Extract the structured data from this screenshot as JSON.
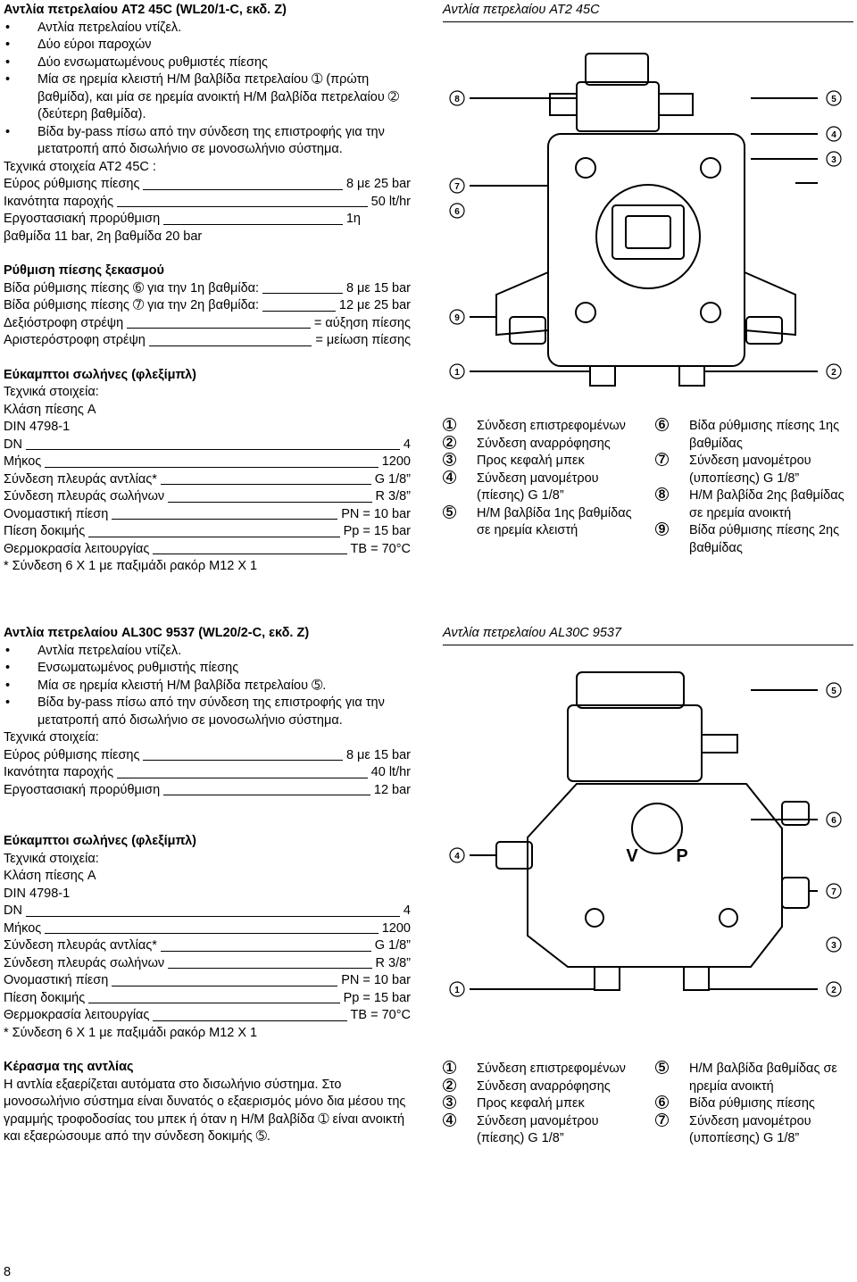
{
  "at2": {
    "title": "Αντλία πετρελαίου AT2 45C (WL20/1-C, εκδ. Z)",
    "bullets": [
      "Αντλία πετρελαίου ντίζελ.",
      "Δύο εύροι παροχών",
      "Δύο ενσωματωμένους ρυθμιστές πίεσης",
      "Μία σε ηρεμία κλειστή Η/Μ βαλβίδα πετρελαίου ➀ (πρώτη βαθμίδα), και μία σε ηρεμία ανοικτή Η/Μ βαλβίδα πετρελαίου ➁ (δεύτερη βαθμίδα).",
      "Βίδα by-pass πίσω από την σύνδεση της επιστροφής για την μετατροπή από δισωλήνιο σε μονοσωλήνιο σύστημα."
    ],
    "tech_label": "Τεχνικά στοιχεία AT2 45C :",
    "tech_rows": [
      {
        "label": "Εύρος ρύθμισης πίεσης",
        "value": "8 με 25 bar"
      },
      {
        "label": "Ικανότητα παροχής",
        "value": "50 lt/hr"
      },
      {
        "label": "Εργοστασιακή προρύθμιση",
        "value": "1η"
      }
    ],
    "tech_extra": "βαθμίδα 11 bar, 2η βαθμίδα 20 bar",
    "regulation_heading": "Ρύθμιση πίεσης ξεκασμού",
    "regulation_rows": [
      {
        "label": "Βίδα ρύθμισης πίεσης ➅ για την 1η βαθμίδα:",
        "value": "8 με 15 bar"
      },
      {
        "label": "Βίδα ρύθμισης πίεσης ➆ για την 2η βαθμίδα:",
        "value": "12 με 25 bar"
      },
      {
        "label": "Δεξιόστροφη στρέψη",
        "value": "= αύξηση πίεσης"
      },
      {
        "label": "Αριστερόστροφη στρέψη",
        "value": "= μείωση πίεσης"
      }
    ],
    "hoses_heading": "Εύκαμπτοι σωλήνες (φλεξίμπλ)",
    "hoses_intro": [
      "Τεχνικά στοιχεία:",
      "Κλάση πίεσης A",
      "DIN 4798-1"
    ],
    "hoses_rows": [
      {
        "label": "DN",
        "value": "4"
      },
      {
        "label": "Μήκος",
        "value": "1200"
      },
      {
        "label": "Σύνδεση πλευράς αντλίας*",
        "value": "G 1/8”"
      },
      {
        "label": "Σύνδεση πλευράς σωλήνων",
        "value": "R 3/8”"
      },
      {
        "label": "Ονομαστική πίεση",
        "value": "PN = 10 bar"
      },
      {
        "label": "Πίεση δοκιμής",
        "value": "Pp = 15 bar"
      },
      {
        "label": "Θερμοκρασία λειτουργίας",
        "value": "TB = 70°C"
      }
    ],
    "hoses_note": "* Σύνδεση 6 X 1 με παξιμάδι ρακόρ M12 X 1",
    "figure_title": "Αντλία πετρελαίου AT2 45C",
    "figure_numbers": [
      "8",
      "7",
      "6",
      "9",
      "1",
      "5",
      "4",
      "3",
      "2"
    ],
    "legend_left": [
      {
        "num": "1",
        "text": "Σύνδεση επιστρεφομένων"
      },
      {
        "num": "2",
        "text": "Σύνδεση αναρρόφησης"
      },
      {
        "num": "3",
        "text": "Προς κεφαλή μπεκ"
      },
      {
        "num": "4",
        "text": "Σύνδεση μανομέτρου (πίεσης) G 1/8”"
      },
      {
        "num": "5",
        "text": "Η/Μ βαλβίδα 1ης βαθμίδας σε ηρεμία κλειστή"
      }
    ],
    "legend_right": [
      {
        "num": "6",
        "text": "Βίδα ρύθμισης πίεσης 1ης βαθμίδας"
      },
      {
        "num": "7",
        "text": "Σύνδεση μανομέτρου (υποπίεσης) G 1/8”"
      },
      {
        "num": "8",
        "text": "Η/Μ βαλβίδα 2ης βαθμίδας σε ηρεμία ανοικτή"
      },
      {
        "num": "9",
        "text": "Βίδα ρύθμισης πίεσης 2ης βαθμίδας"
      }
    ]
  },
  "al30": {
    "title": "Αντλία πετρελαίου AL30C 9537 (WL20/2-C, εκδ. Z)",
    "bullets": [
      "Αντλία πετρελαίου ντίζελ.",
      "Ενσωματωμένος ρυθμιστής πίεσης",
      "Μία σε ηρεμία κλειστή Η/Μ βαλβίδα πετρελαίου ➄.",
      "Βίδα by-pass πίσω από την σύνδεση της επιστροφής για την μετατροπή από δισωλήνιο σε μονοσωλήνιο σύστημα."
    ],
    "tech_label": "Τεχνικά στοιχεία:",
    "tech_rows": [
      {
        "label": "Εύρος ρύθμισης πίεσης",
        "value": "8 με 15 bar"
      },
      {
        "label": "Ικανότητα παροχής",
        "value": "40 lt/hr"
      },
      {
        "label": "Εργοστασιακή προρύθμιση",
        "value": "12 bar"
      }
    ],
    "hoses_heading": "Εύκαμπτοι σωλήνες (φλεξίμπλ)",
    "hoses_intro": [
      "Τεχνικά στοιχεία:",
      "Κλάση πίεσης A",
      "DIN 4798-1"
    ],
    "hoses_rows": [
      {
        "label": "DN",
        "value": "4"
      },
      {
        "label": "Μήκος",
        "value": "1200"
      },
      {
        "label": "Σύνδεση πλευράς αντλίας*",
        "value": "G 1/8”"
      },
      {
        "label": "Σύνδεση πλευράς σωλήνων",
        "value": "R 3/8”"
      },
      {
        "label": "Ονομαστική πίεση",
        "value": "PN = 10 bar"
      },
      {
        "label": "Πίεση δοκιμής",
        "value": "Pp = 15 bar"
      },
      {
        "label": "Θερμοκρασία λειτουργίας",
        "value": "TB = 70°C"
      }
    ],
    "hoses_note": "* Σύνδεση 6 X 1 με παξιμάδι ρακόρ M12 X 1",
    "bleed_heading": "Κέρασμα της αντλίας",
    "bleed_text": "Η αντλία εξαερίζεται αυτόματα στο δισωλήνιο σύστημα. Στο μονοσωλήνιο σύστημα είναι δυνατός ο εξαερισμός μόνο δια μέσου της γραμμής τροφοδοσίας του μπεκ ή όταν η Η/Μ βαλβίδα ➀ είναι ανοικτή και εξαερώσουμε από την σύνδεση δοκιμής ➄.",
    "figure_title": "Αντλία πετρελαίου AL30C 9537",
    "figure_numbers": [
      "5",
      "6",
      "7",
      "4",
      "1",
      "3",
      "2"
    ],
    "figure_letters": [
      "V",
      "P"
    ],
    "legend_left": [
      {
        "num": "1",
        "text": "Σύνδεση επιστρεφομένων"
      },
      {
        "num": "2",
        "text": "Σύνδεση αναρρόφησης"
      },
      {
        "num": "3",
        "text": "Προς κεφαλή μπεκ"
      },
      {
        "num": "4",
        "text": "Σύνδεση μανομέτρου (πίεσης) G 1/8”"
      }
    ],
    "legend_right": [
      {
        "num": "5",
        "text": "Η/Μ βαλβίδα βαθμίδας σε ηρεμία ανοικτή"
      },
      {
        "num": "6",
        "text": "Βίδα ρύθμισης πίεσης"
      },
      {
        "num": "7",
        "text": "Σύνδεση μανομέτρου (υποπίεσης) G 1/8”"
      }
    ]
  },
  "page_number": "8"
}
